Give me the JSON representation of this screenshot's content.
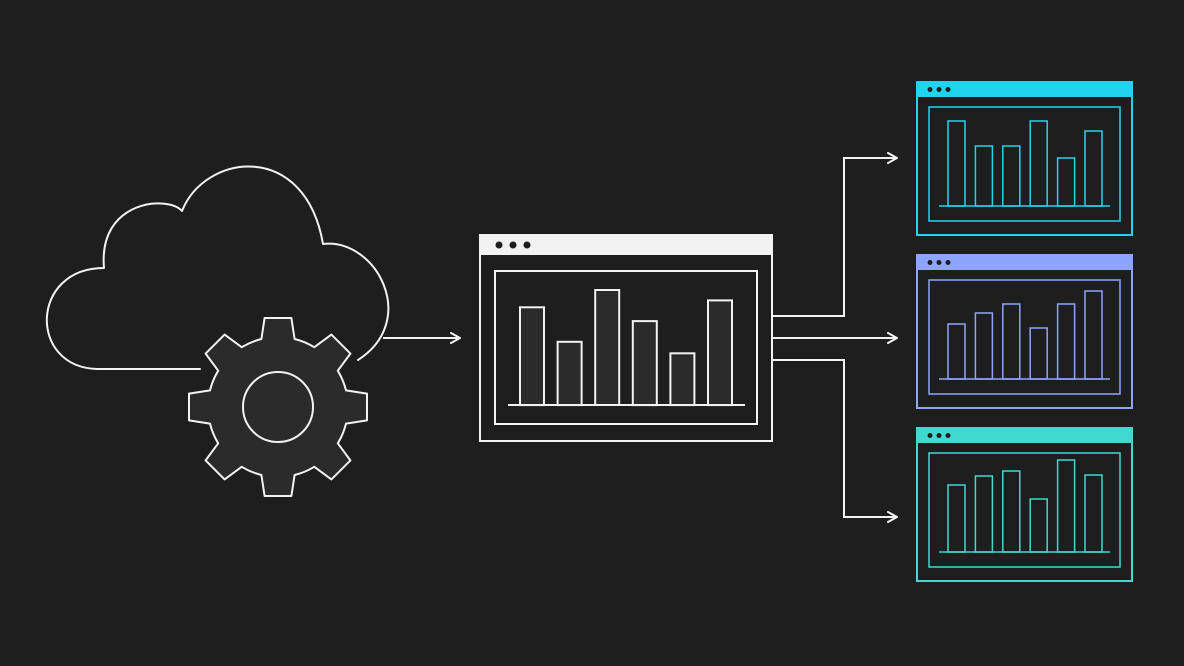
{
  "colors": {
    "background": "#1e1e1e",
    "stroke": "#f2f2f2",
    "gear_fill": "#2b2b2b",
    "central_bar_fill": "#2b2b2b",
    "dot": "#1e1e1e"
  },
  "source": {
    "cloud_icon": "cloud-icon",
    "gear_icon": "gear-icon"
  },
  "central_dashboard": {
    "titlebar_color": "#f2f2f2",
    "bar_levels": [
      0.85,
      0.55,
      1.0,
      0.73,
      0.45,
      0.91
    ]
  },
  "output_dashboards": [
    {
      "id": "top",
      "accent": "#22d3ee",
      "bar_levels": [
        0.85,
        0.6,
        0.6,
        0.85,
        0.48,
        0.75
      ]
    },
    {
      "id": "middle",
      "accent": "#8ea5ff",
      "bar_levels": [
        0.55,
        0.66,
        0.75,
        0.51,
        0.75,
        0.88
      ]
    },
    {
      "id": "bottom",
      "accent": "#3fd9d0",
      "bar_levels": [
        0.67,
        0.76,
        0.81,
        0.53,
        0.92,
        0.77
      ]
    }
  ]
}
